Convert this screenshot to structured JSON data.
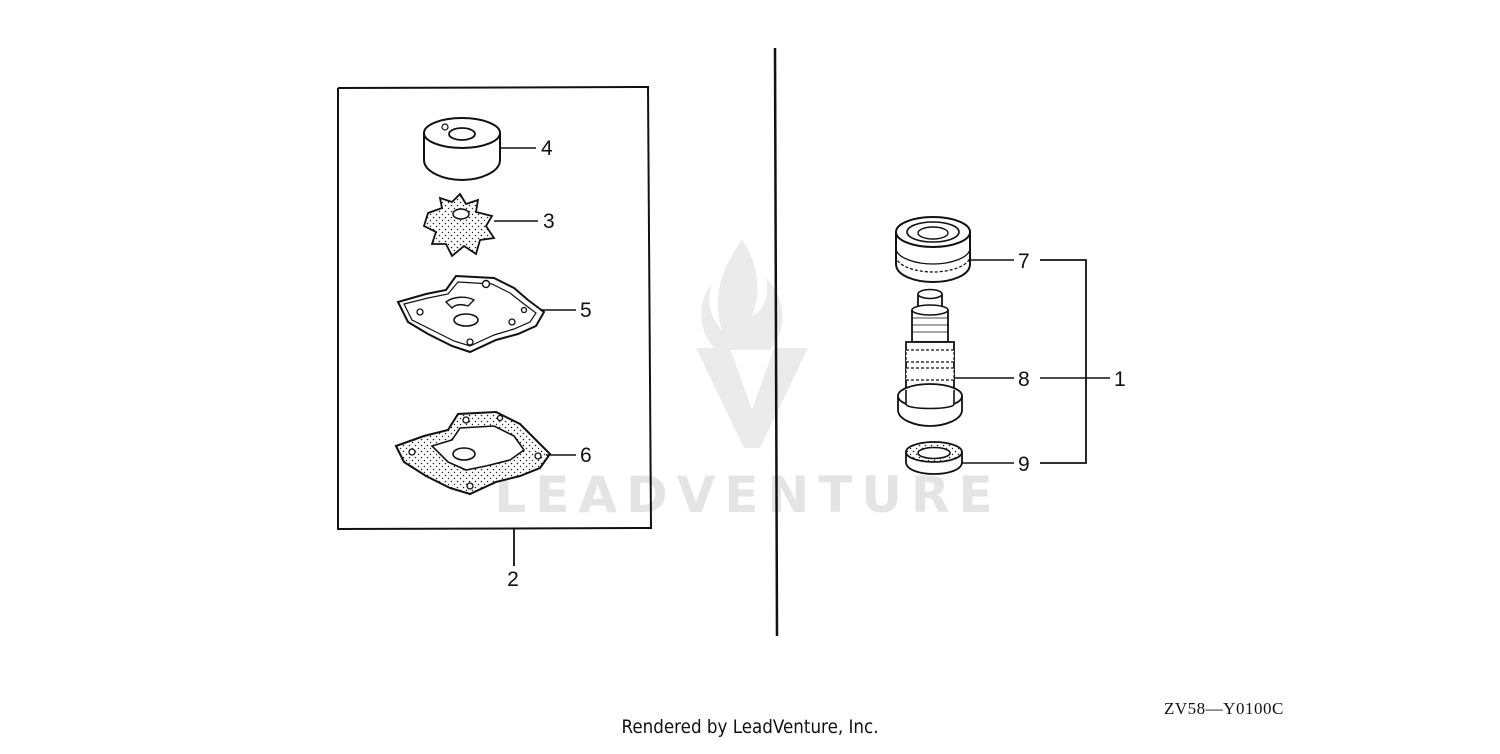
{
  "diagram": {
    "watermark": {
      "text": "LEADVENTURE"
    },
    "kit_group": {
      "callout": "2"
    },
    "assembly_group": {
      "callout": "1"
    },
    "parts": [
      {
        "callout": "4",
        "icon": "pump-housing-icon"
      },
      {
        "callout": "3",
        "icon": "impeller-icon"
      },
      {
        "callout": "5",
        "icon": "wear-plate-icon"
      },
      {
        "callout": "6",
        "icon": "gasket-icon"
      },
      {
        "callout": "7",
        "icon": "bearing-icon"
      },
      {
        "callout": "8",
        "icon": "shaft-icon"
      },
      {
        "callout": "9",
        "icon": "washer-icon"
      }
    ]
  },
  "diagram_code": "ZV58—Y0100C",
  "footer": {
    "rendered_by": "Rendered by LeadVenture, Inc."
  }
}
